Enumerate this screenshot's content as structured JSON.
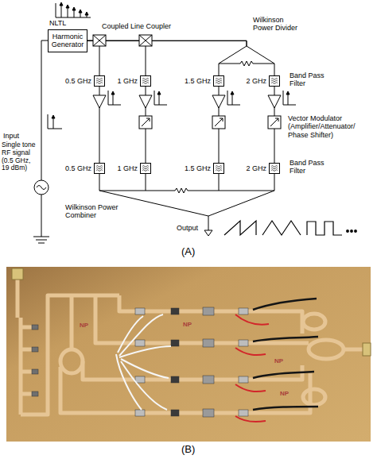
{
  "diagram": {
    "nodes": [
      {
        "text": [
          "Harmonic Generator"
        ]
      },
      {
        "text": [
          "0.5 GHz"
        ]
      },
      {
        "text": [
          "1 GHz"
        ]
      },
      {
        "text": [
          "1.5 GHz"
        ]
      },
      {
        "text": [
          "2 GHz"
        ]
      },
      {
        "text": [
          "0.5 GHz"
        ]
      },
      {
        "text": [
          "1 GHz"
        ]
      },
      {
        "text": [
          "1.5 GHz"
        ]
      },
      {
        "text": [
          "2 GHz"
        ]
      }
    ],
    "edges": [
      {
        "from": 0,
        "to": 1,
        "arrow": "none"
      },
      {
        "from": 0,
        "to": 2,
        "arrow": "none"
      },
      {
        "from": 0,
        "to": 3,
        "arrow": "none"
      },
      {
        "from": 0,
        "to": 4,
        "arrow": "none"
      },
      {
        "from": 1,
        "to": 5,
        "arrow": "none"
      },
      {
        "from": 2,
        "to": 6,
        "arrow": "none"
      },
      {
        "from": 3,
        "to": 7,
        "arrow": "none"
      },
      {
        "from": 4,
        "to": 8,
        "arrow": "none"
      }
    ],
    "labels": [
      "NLTL",
      "Coupled Line Coupler",
      "Wilkinson Power Divider",
      "Band Pass Filter",
      "Vector Modulator (Amplifier/Attenuator/ Phase Shifter)",
      "Input",
      "Single tone RF signal (0.5 GHz, 19 dBm)",
      "Band Pass Filter",
      "Wilkinson Power Combiner",
      "Output",
      "(A)",
      "NP",
      "NP",
      "NP",
      "NP",
      "(B)"
    ]
  }
}
